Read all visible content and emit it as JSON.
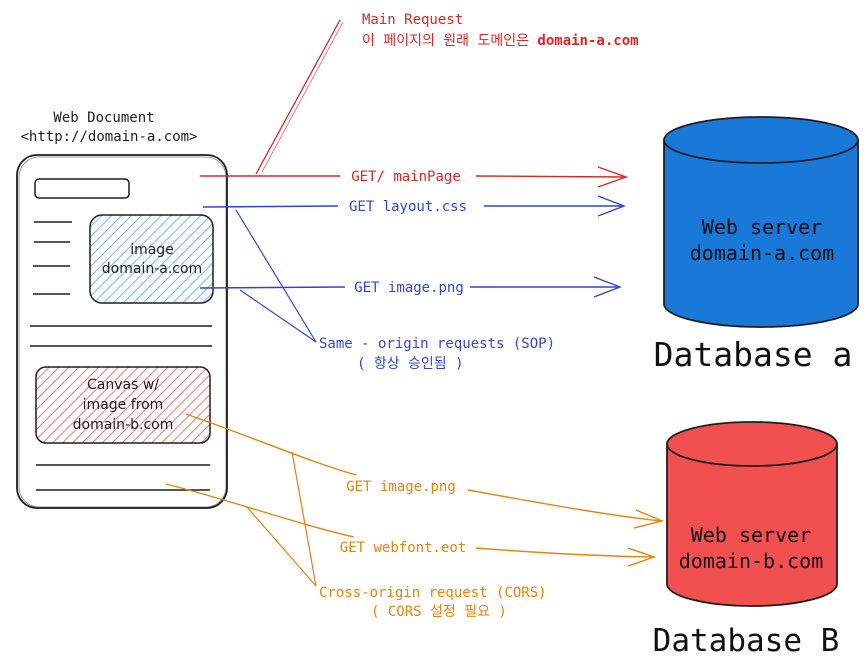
{
  "colors": {
    "red": "#d62828",
    "blue": "#3346c8",
    "orange": "#e8820c",
    "ink": "#1e1e1e",
    "db_a_fill": "#1a78d8",
    "db_b_fill": "#f25050",
    "hatch_blue": "#5aa6dc",
    "hatch_red": "#e25a5a"
  },
  "main_request": {
    "title": "Main Request",
    "desc_prefix": "이 페이지의 원래 도메인은 ",
    "desc_domain": "domain-a.com"
  },
  "web_document": {
    "title": "Web Document",
    "url": "<http://domain-a.com>",
    "image_box": {
      "line1": "image",
      "line2": "domain-a.com"
    },
    "canvas_box": {
      "line1": "Canvas w/",
      "line2": "image from",
      "line3": "domain-b.com"
    }
  },
  "requests_a": [
    {
      "label": "GET/ mainPage"
    },
    {
      "label": "GET layout.css"
    },
    {
      "label": "GET image.png"
    }
  ],
  "sop_note": {
    "line1": "Same - origin requests (SOP)",
    "line2": "( 항상 승인됨 )"
  },
  "requests_b": [
    {
      "label": "GET image.png"
    },
    {
      "label": "GET webfont.eot"
    }
  ],
  "cors_note": {
    "line1": "Cross-origin request (CORS)",
    "line2": "( CORS 설정 필요 )"
  },
  "server_a": {
    "line1": "Web server",
    "line2": "domain-a.com",
    "caption": "Database a"
  },
  "server_b": {
    "line1": "Web server",
    "line2": "domain-b.com",
    "caption": "Database B"
  }
}
